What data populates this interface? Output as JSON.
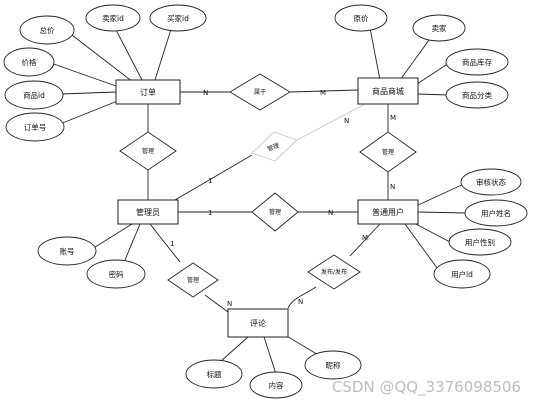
{
  "entities": {
    "order": "订单",
    "product": "商品商城",
    "admin": "管理员",
    "user": "普通用户",
    "comment": "评论"
  },
  "attributes": {
    "order_total": "总价",
    "order_price": "价格",
    "order_product_id": "商品id",
    "order_no": "订单号",
    "order_buyer_id": "卖家id",
    "order_seller_id": "买家id",
    "product_price": "原价",
    "product_seller": "卖家",
    "product_stock": "商品库存",
    "product_category": "商品分类",
    "admin_account": "账号",
    "admin_password": "密码",
    "user_status": "审核状态",
    "user_name": "用户姓名",
    "user_gender": "用户性别",
    "user_id": "用户id",
    "comment_title": "标题",
    "comment_content": "内容",
    "comment_nickname": "昵称"
  },
  "relationships": {
    "belongs": "属于",
    "admin_order": "管理",
    "admin_product": "管理",
    "admin_user": "管理",
    "admin_comment": "管理",
    "product_user": "管理",
    "user_comment": "发布/发布"
  },
  "cardinalities": {
    "order_belongs": "N",
    "belongs_product": "M",
    "product_admin": "N",
    "admin_product": "1",
    "product_rel": "M",
    "rel_user": "N",
    "admin_rel": "1",
    "rel_user2": "N",
    "admin_rel_comment": "1",
    "rel_comment": "N",
    "comment_rel_user": "N",
    "user_rel_comment": "M"
  },
  "watermark": "CSDN @QQ_3376098506"
}
